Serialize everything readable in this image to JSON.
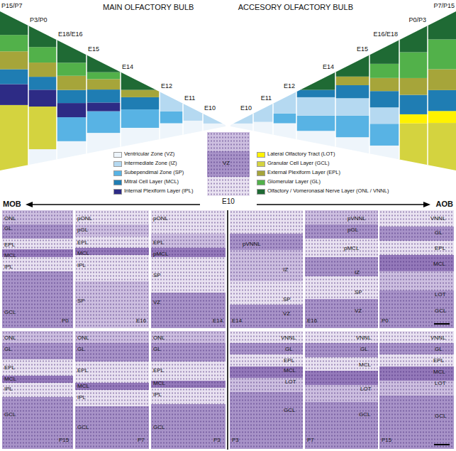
{
  "diagram": {
    "nodes": [
      {
        "text": [
          "VZ",
          "E10"
        ]
      },
      {
        "text": [
          "ONL",
          "GL",
          "EPL",
          "MCL",
          "IPL",
          "GCL",
          "P0"
        ]
      },
      {
        "text": [
          "pONL",
          "pGL",
          "EPL",
          "MCL",
          "IPL",
          "SP",
          "E16"
        ]
      },
      {
        "text": [
          "pONL",
          "EPL",
          "pMCL",
          "SP",
          "VZ",
          "E14"
        ]
      },
      {
        "text": [
          "pVNNL",
          "IZ",
          "SP",
          "VZ",
          "E14"
        ]
      },
      {
        "text": [
          "pVNNL",
          "pGL",
          "pMCL",
          "IZ",
          "SP",
          "VZ",
          "E16"
        ]
      },
      {
        "text": [
          "VNNL",
          "GL",
          "EPL",
          "MCL",
          "LOT",
          "GCL",
          "P0"
        ]
      },
      {
        "text": [
          "ONL",
          "GL",
          "EPL",
          "MCL",
          "IPL",
          "GCL",
          "P15"
        ]
      },
      {
        "text": [
          "ONL",
          "GL",
          "EPL",
          "MCL",
          "IPL",
          "GCL",
          "P7"
        ]
      },
      {
        "text": [
          "ONL",
          "GL",
          "EPL",
          "MCL",
          "IPL",
          "GCL",
          "P3"
        ]
      },
      {
        "text": [
          "VNNL",
          "GL",
          "EPL",
          "MCL",
          "LOT",
          "GCL",
          "P3"
        ]
      },
      {
        "text": [
          "VNNL",
          "GL",
          "MCL",
          "LOT",
          "GCL",
          "P7"
        ]
      },
      {
        "text": [
          "VNNL",
          "GL",
          "EPL",
          "MCL",
          "LOT",
          "GCL",
          "P15"
        ]
      }
    ],
    "labels": [
      "MAIN OLFACTORY BULB",
      "ACCESORY OLFACTORY BULB",
      "P15/P7",
      "P3/P0",
      "E18/E16",
      "E15",
      "E14",
      "E12",
      "E11",
      "E10",
      "E10",
      "E11",
      "E12",
      "E14",
      "E15",
      "E16/E18",
      "P0/P3",
      "P7/P15",
      "MOB",
      "AOB"
    ],
    "legend": [
      {
        "text": "Ventricular Zone (VZ)",
        "color": "#eef5fb"
      },
      {
        "text": "Intermediate Zone (IZ)",
        "color": "#b5d9f1"
      },
      {
        "text": "Subependimal Zone (SP)",
        "color": "#58b3e4"
      },
      {
        "text": "Mitral Cell Layer (MCL)",
        "color": "#1f7db3"
      },
      {
        "text": "Internal Plexiform Layer (IPL)",
        "color": "#2d2b85"
      },
      {
        "text": "Lateral Olfactory Tract (LOT)",
        "color": "#fff200"
      },
      {
        "text": "Granular Cell Layer (GCL)",
        "color": "#d4d33f"
      },
      {
        "text": "External Plexiform Layer (EPL)",
        "color": "#a6a53a"
      },
      {
        "text": "Glomerular Layer (GL)",
        "color": "#52b14a"
      },
      {
        "text": "Olfactory / Vomeronasal Nerve Layer (ONL / VNNL)",
        "color": "#1f6a34"
      }
    ]
  }
}
